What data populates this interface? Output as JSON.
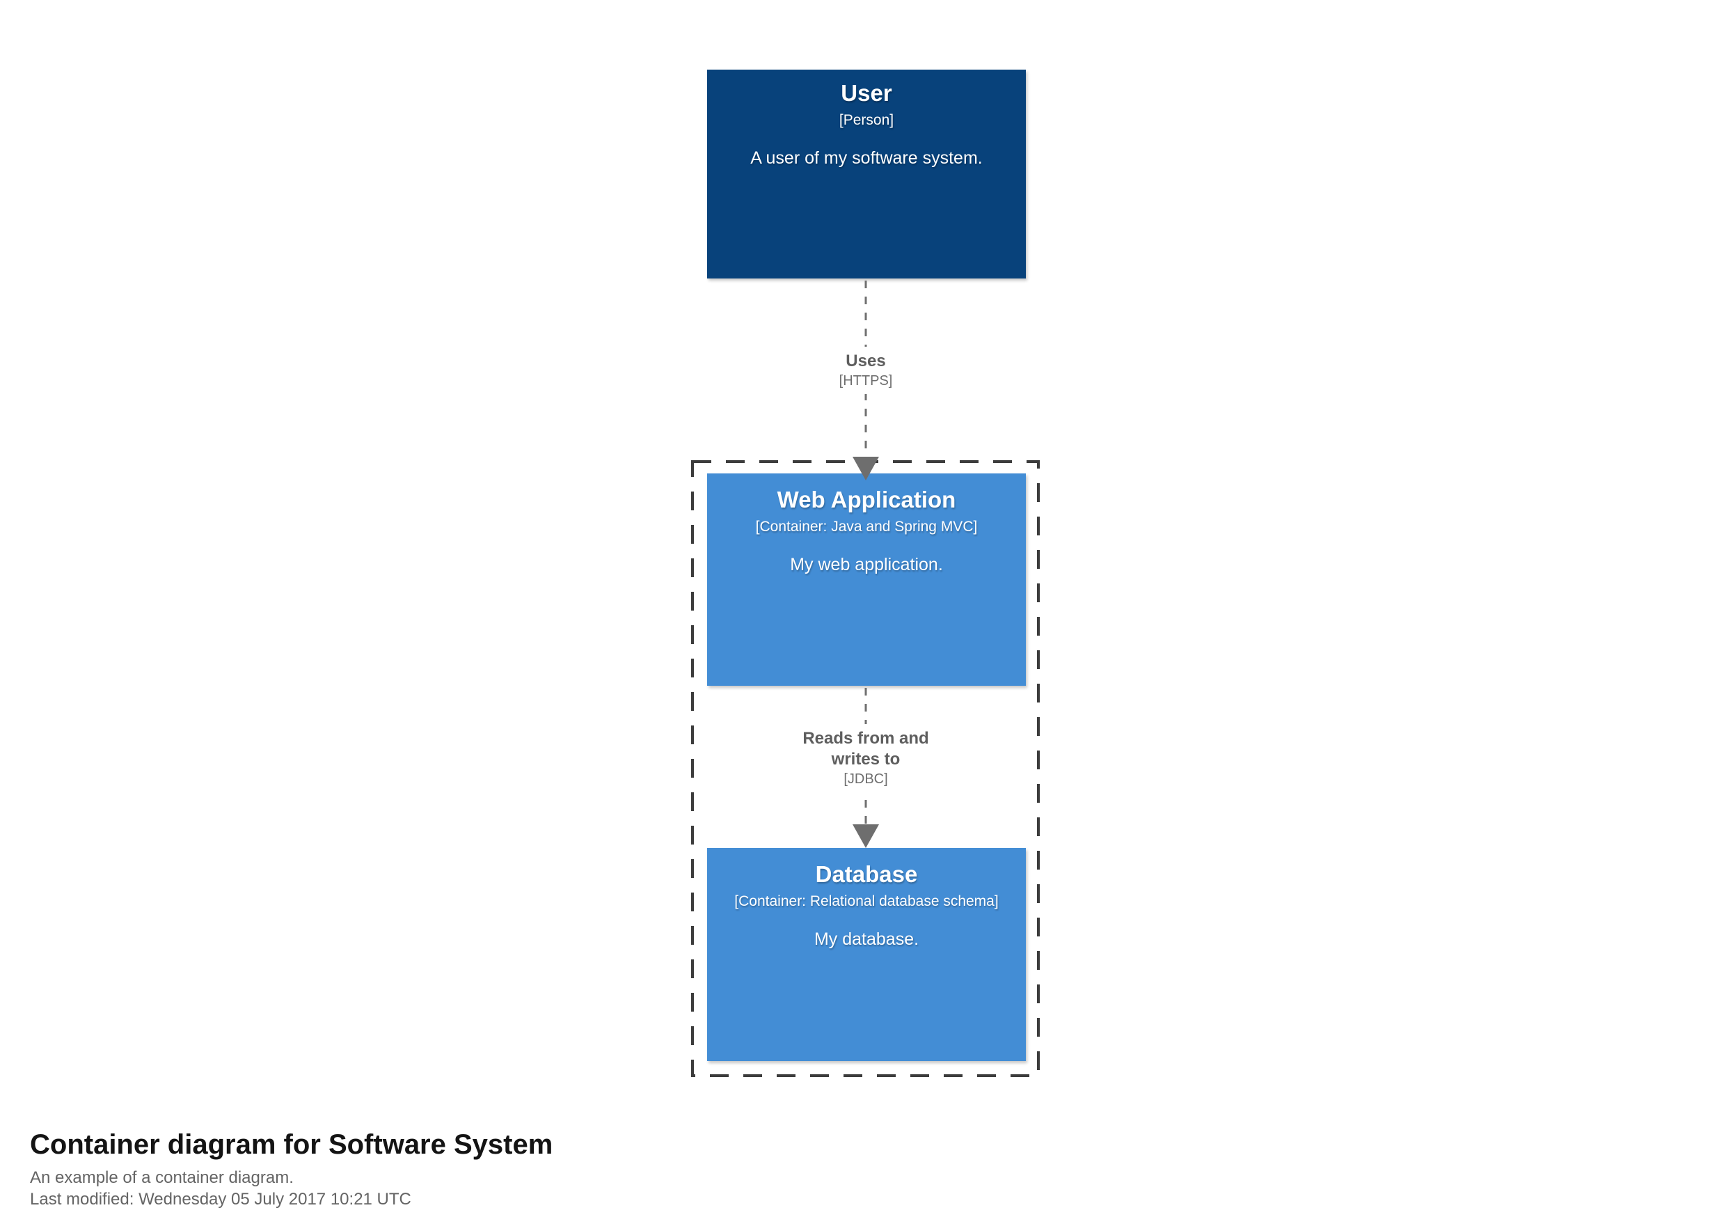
{
  "diagram": {
    "nodes": [
      {
        "name": "User",
        "meta": "[Person]",
        "description": "A user of my software system.",
        "type": "person"
      },
      {
        "name": "Web Application",
        "meta": "[Container: Java and Spring MVC]",
        "description": "My web application.",
        "type": "container"
      },
      {
        "name": "Database",
        "meta": "[Container: Relational database schema]",
        "description": "My database.",
        "type": "container"
      }
    ],
    "relationships": [
      {
        "name": "Uses",
        "meta": "[HTTPS]",
        "from": "User",
        "to": "Web Application"
      },
      {
        "name": "Reads from and writes to",
        "meta": "[JDBC]",
        "from": "Web Application",
        "to": "Database"
      }
    ],
    "colors": {
      "person_fill": "#08427b",
      "container_fill": "#438dd5",
      "node_text": "#ffffff",
      "relationship_line": "#707070",
      "relationship_label": "#5e5e5e",
      "boundary_dash": "#3c3c3c",
      "background": "#ffffff"
    }
  },
  "footer": {
    "title": "Container diagram for Software System",
    "subtitle": "An example of a container diagram.",
    "last_modified": "Last modified: Wednesday 05 July 2017 10:21 UTC"
  }
}
